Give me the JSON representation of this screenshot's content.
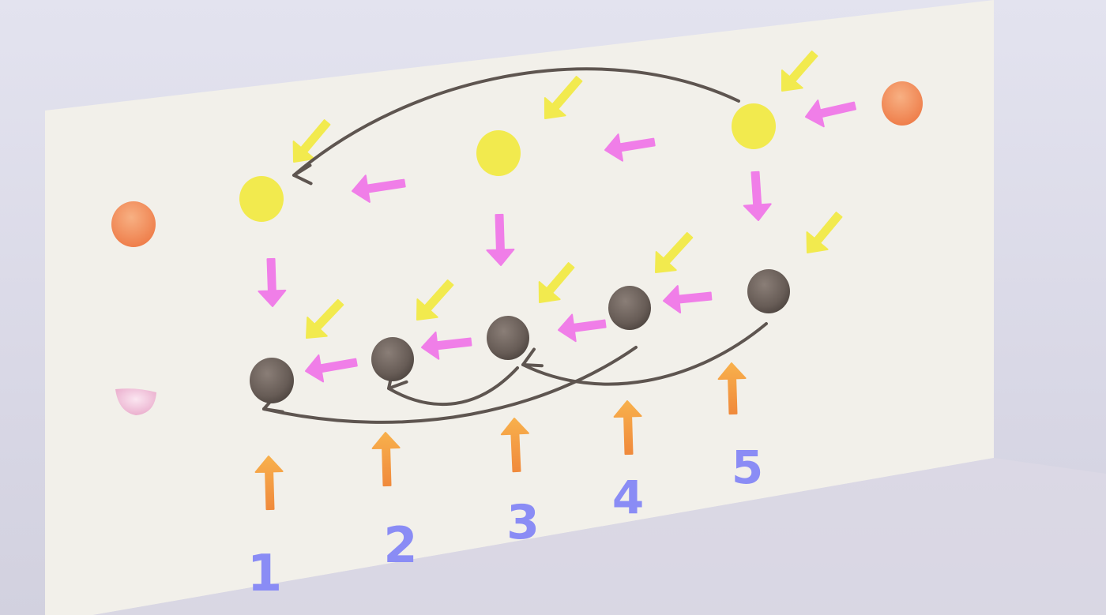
{
  "diagram": {
    "column_labels": [
      "1",
      "2",
      "3",
      "4",
      "5"
    ],
    "rows": {
      "top": {
        "node_count": 3,
        "node_color": "#f2ea4e"
      },
      "bottom": {
        "node_count": 5,
        "node_color": "#6b5f58"
      }
    },
    "side_markers": [
      {
        "name": "orange-ball",
        "color": "#f28a5c"
      },
      {
        "name": "orange-ball",
        "color": "#f0905e"
      },
      {
        "name": "pink-ball",
        "color": "#f1b7d6"
      }
    ],
    "arrow_colors": {
      "yellow": "#f2ea4e",
      "magenta": "#f07ee8",
      "orange": "#f4a04a",
      "curve": "#5e5550"
    }
  }
}
